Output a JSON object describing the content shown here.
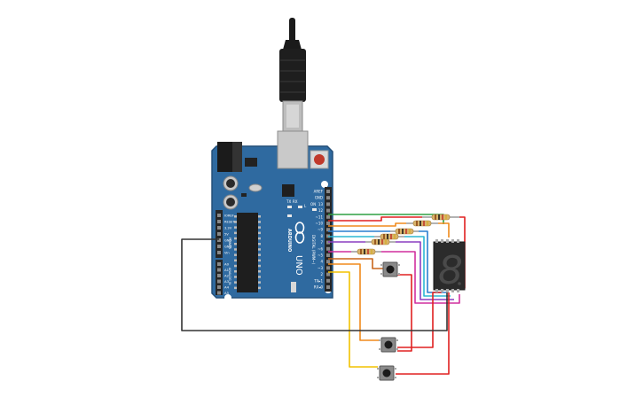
{
  "board": {
    "brand": "ARDUINO",
    "model": "UNO",
    "on_label": "ON",
    "tx_label": "TX",
    "rx_label": "RX",
    "l_label": "L",
    "digital_label": "DIGITAL (PWM~)",
    "power_label": "POWER",
    "analog_label": "ANALOG IN",
    "digital_pins": [
      "AREF",
      "GND",
      "13",
      "12",
      "~11",
      "~10",
      "~9",
      "8",
      "7",
      "~6",
      "~5",
      "4",
      "~3",
      "2",
      "TX▸1",
      "RX◂0"
    ],
    "power_pins": [
      "IOREF",
      "RESET",
      "3.3V",
      "5V",
      "GND",
      "GND",
      "Vin"
    ],
    "analog_pins": [
      "A0",
      "A1",
      "A2",
      "A3",
      "A4",
      "A5"
    ]
  },
  "display": {
    "digit": "8"
  },
  "colors": {
    "board": "#2f6aa0",
    "board_edge": "#244f79",
    "wire_green": "#2ea043",
    "wire_red": "#e02020",
    "wire_orange": "#f08a1c",
    "wire_yellow": "#f2c200",
    "wire_blue": "#2a7fd1",
    "wire_cyan": "#2cb7d4",
    "wire_purple": "#8a3fc1",
    "wire_magenta": "#d12f9e",
    "wire_dark_orange": "#c8651b",
    "wire_black": "#333333"
  }
}
